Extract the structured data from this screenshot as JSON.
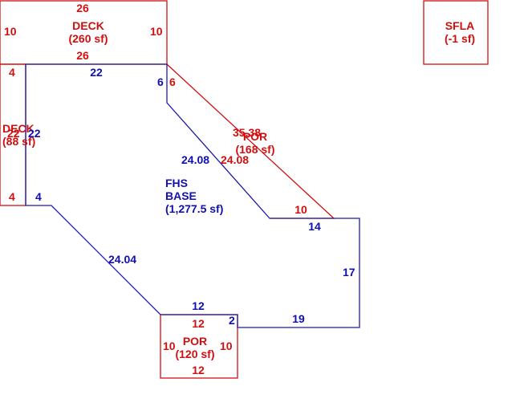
{
  "colors": {
    "base_outline": "#1a1ab0",
    "addition_outline": "#d01010",
    "background": "#ffffff"
  },
  "areas": {
    "fhs_base": {
      "line1": "FHS",
      "line2": "BASE",
      "area": "(1,277.5 sf)"
    },
    "deck_top": {
      "name": "DECK",
      "area": "(260 sf)"
    },
    "deck_left": {
      "name": "DECK",
      "area": "(88 sf)"
    },
    "por_diag": {
      "name": "POR",
      "area": "(168 sf)"
    },
    "por_bottom": {
      "name": "POR",
      "area": "(120 sf)"
    },
    "sfla": {
      "name": "SFLA",
      "area": "(-1 sf)"
    }
  },
  "dimensions": {
    "deck_top_top": "26",
    "deck_top_bottom": "26",
    "deck_top_left": "10",
    "deck_top_right": "10",
    "base_top": "22",
    "base_top_right": "6",
    "por_diag_right_of_6": "6",
    "base_diag": "24.08",
    "por_diag_inner": "24.08",
    "por_diag_outer": "35.38",
    "por_diag_bottom": "10",
    "base_step_14": "14",
    "base_right": "17",
    "base_bottom_19": "19",
    "base_step_2": "2",
    "base_bottom_12": "12",
    "base_lower_diag": "24.04",
    "base_left_bottom": "4",
    "base_left_22": "22",
    "deck_left_overlap": "22",
    "deck_left_top": "4",
    "deck_left_bottom": "4",
    "por_bottom_top": "12",
    "por_bottom_bottom": "12",
    "por_bottom_left": "10",
    "por_bottom_right": "10"
  }
}
